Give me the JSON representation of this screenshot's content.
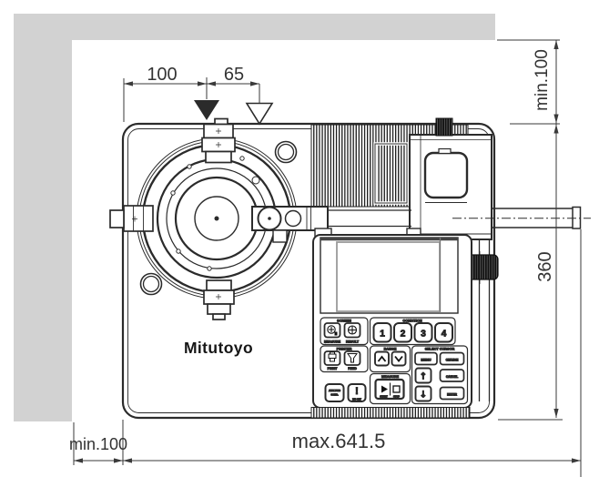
{
  "brand": "Mitutoyo",
  "colors": {
    "shadow": "#d2d2d2",
    "line": "#2b2b2b",
    "dim_text": "#333333",
    "paper": "#ffffff"
  },
  "dimensions": {
    "table_left_offset": "100",
    "stylus_offset": "65",
    "rear_clearance": "min.100",
    "depth": "360",
    "left_clearance": "min.100",
    "max_width": "max.641.5"
  },
  "keypad": {
    "screen_group": "SCREEN",
    "measure_btn": "MEASURE",
    "result_btn": "RESULT",
    "condition_group": "CONDITION",
    "c1": "1",
    "c2": "2",
    "c3": "3",
    "c4": "4",
    "printer_group": "PRINTER",
    "print_btn": "PRINT",
    "feed_btn": "FEED",
    "range_group": "RANGE",
    "select_group": "SELECT CURSOR",
    "menu_btn": "MENU",
    "change_btn": "CHANGE",
    "cancel_btn": "CANCEL",
    "enter_btn": "ENTER",
    "up_arrow": "↑",
    "down_arrow": "↓",
    "measure_group": "MEASURE",
    "start_lbl": "START",
    "stop_lbl": "STOP",
    "analysis_line1": "ANALYSIS",
    "analysis_line2": "COND.",
    "bang": "!",
    "r0_lbl": "R/0 SET"
  }
}
